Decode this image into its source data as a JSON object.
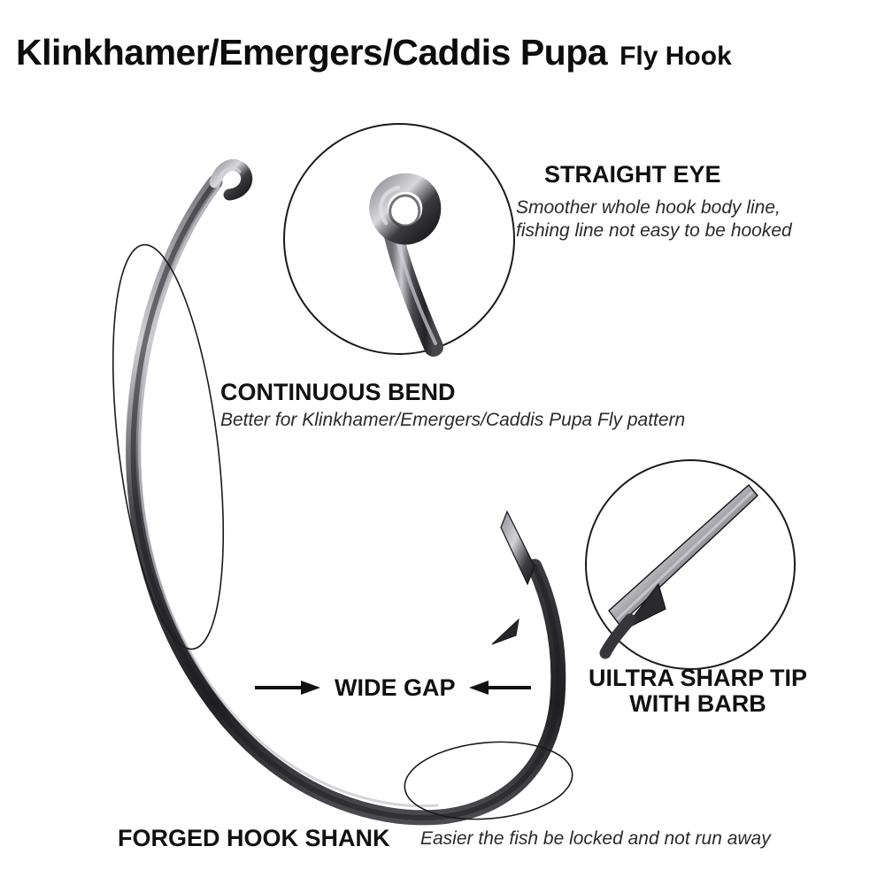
{
  "title": {
    "main": "Klinkhamer/Emergers/Caddis Pupa",
    "suffix": "Fly Hook"
  },
  "callouts": [
    {
      "id": "straight-eye",
      "heading": "STRAIGHT EYE",
      "sub_line1": "Smoother whole hook body line,",
      "sub_line2": "fishing line not easy to be hooked"
    },
    {
      "id": "continuous-bend",
      "heading": "CONTINUOUS BEND",
      "sub": "Better for Klinkhamer/Emergers/Caddis Pupa Fly pattern"
    },
    {
      "id": "wide-gap",
      "heading": "WIDE GAP"
    },
    {
      "id": "ultra-sharp-tip",
      "heading_line1": "UILTRA SHARP TIP",
      "heading_line2": "WITH BARB"
    },
    {
      "id": "forged-hook-shank",
      "heading": "FORGED HOOK SHANK",
      "sub": "Easier the fish be locked and not run away"
    }
  ],
  "colors": {
    "background": "#ffffff",
    "text": "#111111",
    "hook_dark": "#2a2a2c",
    "hook_mid": "#55555a",
    "hook_light": "#a9a9ae",
    "outline": "#1a1a1a"
  },
  "figure": {
    "hook_label": "fly-hook-illustration",
    "eye_detail_label": "straight-eye-detail-circle",
    "tip_detail_label": "ultra-sharp-tip-detail-circle",
    "bend_ellipse_label": "continuous-bend-highlight-ellipse",
    "shank_ellipse_label": "forged-shank-highlight-ellipse"
  }
}
